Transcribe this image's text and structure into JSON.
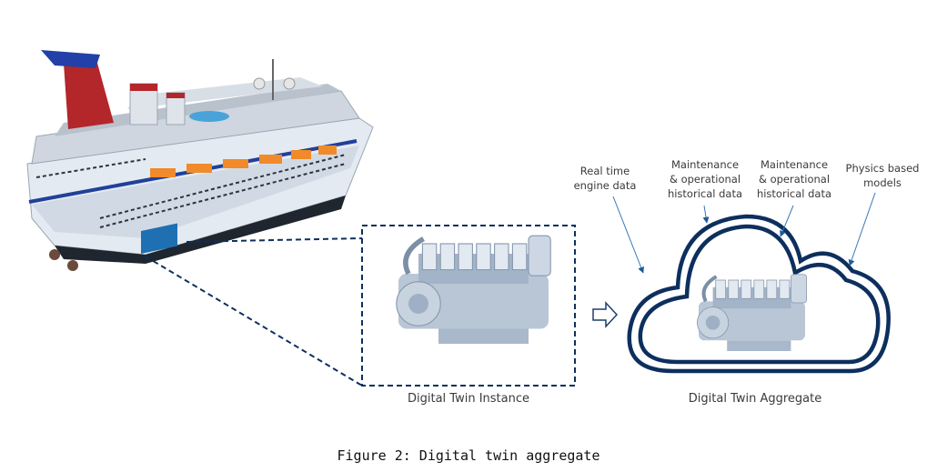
{
  "labels": {
    "real_time": "Real time\nengine data",
    "maint1": "Maintenance\n& operational\nhistorical data",
    "maint2": "Maintenance\n& operational\nhistorical data",
    "physics": "Physics based\nmodels"
  },
  "captions": {
    "instance": "Digital Twin Instance",
    "aggregate": "Digital Twin Aggregate"
  },
  "figure_caption": "Figure 2: Digital twin aggregate",
  "colors": {
    "navy": "#0d2f5e",
    "arrow": "#3a78b5",
    "ship_hull": "#dfe6ee",
    "funnel": "#b3262a"
  }
}
